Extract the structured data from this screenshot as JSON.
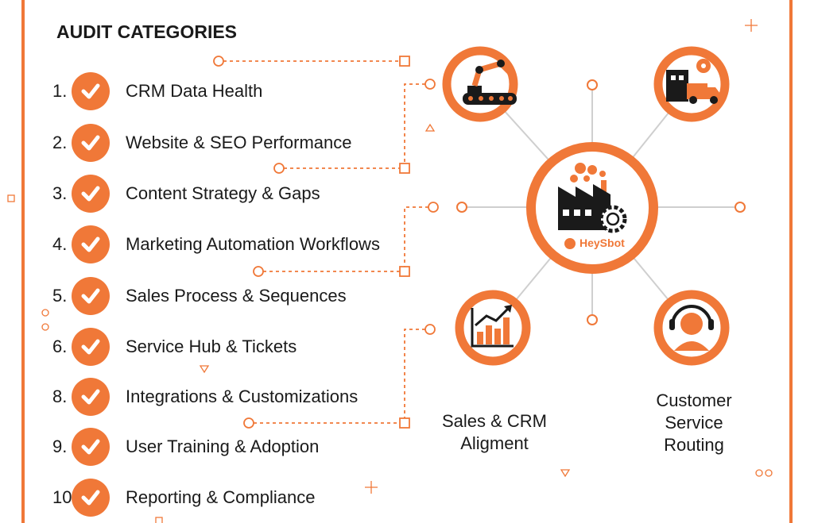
{
  "title": "AUDIT CATEGORIES",
  "items": [
    {
      "num": "1.",
      "label": "CRM Data Health"
    },
    {
      "num": "2.",
      "label": "Website & SEO Performance"
    },
    {
      "num": "3.",
      "label": "Content Strategy & Gaps"
    },
    {
      "num": "4.",
      "label": "Marketing Automation Workflows"
    },
    {
      "num": "5.",
      "label": "Sales Process & Sequences"
    },
    {
      "num": "6.",
      "label": "Service Hub & Tickets"
    },
    {
      "num": "8.",
      "label": "Integrations & Customizations"
    },
    {
      "num": "9.",
      "label": "User Training & Adoption"
    },
    {
      "num": "10",
      "label": "Reporting & Compliance"
    }
  ],
  "hub": {
    "brand": "HeySbot"
  },
  "captions": {
    "sales": "Sales & CRM\nAligment",
    "service": "Customer\nService\nRouting"
  },
  "colors": {
    "accent": "#f07838",
    "dark": "#1a1a1a"
  }
}
